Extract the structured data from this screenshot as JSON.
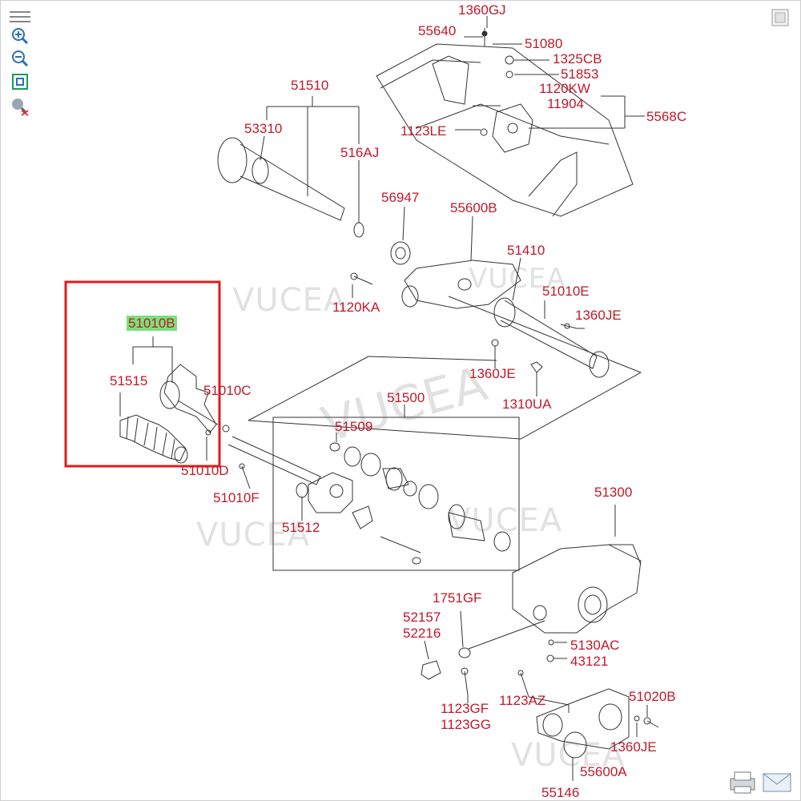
{
  "toolbar": {
    "items": [
      {
        "name": "menu-icon",
        "symbol": "≡"
      },
      {
        "name": "zoom-in-icon",
        "symbol": "+"
      },
      {
        "name": "zoom-out-icon",
        "symbol": "−"
      },
      {
        "name": "fit-icon",
        "symbol": "□"
      },
      {
        "name": "reset-icon",
        "symbol": "×"
      }
    ]
  },
  "watermark": {
    "text": "VUCEA"
  },
  "colors": {
    "label": "#c0192a",
    "highlight_box": "#e11b1b",
    "highlight_fill": "#7be07b",
    "line": "#333333"
  },
  "labels": {
    "l1360GJ": "1360GJ",
    "l55640": "55640",
    "l51080": "51080",
    "l1325CB": "1325CB",
    "l51853": "51853",
    "l1120KW": "1120KW",
    "l11904": "11904",
    "l5568C": "5568C",
    "l51510": "51510",
    "l53310": "53310",
    "l1123LE": "1123LE",
    "l516AJ": "516AJ",
    "l56947": "56947",
    "l55600B": "55600B",
    "l51410": "51410",
    "l1120KA": "1120KA",
    "l51010E": "51010E",
    "l1360JE_a": "1360JE",
    "l51010B": "51010B",
    "l51515": "51515",
    "l51010C": "51010C",
    "l1360JE_b": "1360JE",
    "l1310UA": "1310UA",
    "l51500": "51500",
    "l51509": "51509",
    "l51010D": "51010D",
    "l51010F": "51010F",
    "l51512": "51512",
    "l51300": "51300",
    "l1751GF": "1751GF",
    "l52157": "52157",
    "l52216": "52216",
    "l5130AC": "5130AC",
    "l43121": "43121",
    "l1123AZ": "1123AZ",
    "l51020B": "51020B",
    "l1123GF": "1123GF",
    "l1123GG": "1123GG",
    "l1360JE_c": "1360JE",
    "l55600A": "55600A",
    "l55146": "55146"
  },
  "footer": {
    "print": "printer-icon",
    "mail": "mail-icon"
  }
}
